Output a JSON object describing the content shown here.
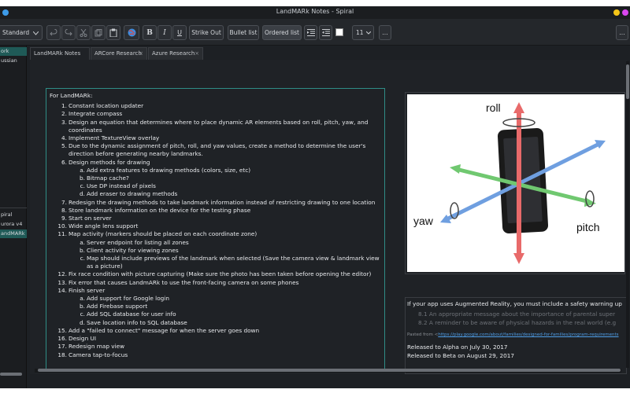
{
  "window": {
    "title": "LandMARk Notes - Spiral",
    "colors": {
      "left_dot": "#3d9be9",
      "right_dot_1": "#f5c518",
      "right_dot_2": "#d946ef"
    }
  },
  "toolbar": {
    "style_select": "Standard",
    "undo_icon": "undo-icon",
    "redo_icon": "redo-icon",
    "cut_icon": "cut-icon",
    "copy_icon": "copy-icon",
    "paste_icon": "paste-icon",
    "web_icon": "globe-icon",
    "bold": "B",
    "italic": "I",
    "underline": "U",
    "strike": "Strike Out",
    "bullet": "Bullet list",
    "ordered": "Ordered list",
    "font_size": "11",
    "more": "...",
    "more_right": "...",
    "text_color": "#ffffff"
  },
  "sidebar": {
    "top_items": [
      "ork",
      "ussian"
    ],
    "bottom_items": [
      "piral",
      "urora v4",
      "andMARk"
    ]
  },
  "tabs": [
    {
      "label": "LandMARk Notes"
    },
    {
      "label": "ARCore Research"
    },
    {
      "label": "Azure Research"
    }
  ],
  "note": {
    "heading": "For LandMARk:",
    "items": [
      {
        "n": "1.",
        "text": "Constant location updater"
      },
      {
        "n": "2.",
        "text": "Integrate compass"
      },
      {
        "n": "3.",
        "text": "Design an equation that determines where to place dynamic AR elements based on roll, pitch, yaw, and coordinates"
      },
      {
        "n": "4.",
        "text": "Implement TextureView overlay"
      },
      {
        "n": "5.",
        "text": "Due to the dynamic assignment of pitch, roll, and yaw values, create a method to determine the user's direction before generating nearby landmarks."
      },
      {
        "n": "6.",
        "text": "Design methods for drawing",
        "sub": [
          {
            "n": "a.",
            "text": "Add extra features to drawing methods (colors, size, etc)"
          },
          {
            "n": "b.",
            "text": "Bitmap cache?"
          },
          {
            "n": "c.",
            "text": "Use DP instead of pixels"
          },
          {
            "n": "d.",
            "text": "Add eraser to drawing methods"
          }
        ]
      },
      {
        "n": "7.",
        "text": "Redesign the drawing methods to take landmark information instead of restricting drawing to one location"
      },
      {
        "n": "8.",
        "text": "Store landmark information on the device for the testing phase"
      },
      {
        "n": "9.",
        "text": "Start on server"
      },
      {
        "n": "10.",
        "text": "Wide angle lens support"
      },
      {
        "n": "11.",
        "text": "Map activity (markers should be placed on each coordinate zone)",
        "sub": [
          {
            "n": "a.",
            "text": "Server endpoint for listing all zones"
          },
          {
            "n": "b.",
            "text": "Client activity for viewing zones"
          },
          {
            "n": "c.",
            "text": "Map should include previews of the landmark when selected (Save the camera view & landmark view as a picture)"
          }
        ]
      },
      {
        "n": "12.",
        "text": "Fix race condition with picture capturing (Make sure the photo has been taken before opening the editor)"
      },
      {
        "n": "13.",
        "text": "Fix error that causes LandmARk to use the front-facing camera on some phones"
      },
      {
        "n": "14.",
        "text": "Finish server",
        "sub": [
          {
            "n": "a.",
            "text": "Add support for Google login"
          },
          {
            "n": "b.",
            "text": "Add Firebase support"
          },
          {
            "n": "c.",
            "text": "Add SQL database for user info"
          },
          {
            "n": "d.",
            "text": "Save location info to SQL database"
          }
        ]
      },
      {
        "n": "15.",
        "text": "Add a \"failed to connect\" message for when the server goes down"
      },
      {
        "n": "16.",
        "text": "Design UI"
      },
      {
        "n": "17.",
        "text": "Redesign map view"
      },
      {
        "n": "18.",
        "text": "Camera tap-to-focus"
      }
    ]
  },
  "figure": {
    "labels": {
      "roll": "roll",
      "yaw": "yaw",
      "pitch": "pitch"
    },
    "colors": {
      "roll": "#e86a6a",
      "yaw": "#6f9fe0",
      "pitch": "#70c870",
      "phone": "#1a1a1a"
    }
  },
  "info": {
    "intro": "If your app uses Augmented Reality, you must include a safety warning up",
    "points": [
      "8.1 An appropriate message about the importance of parental super",
      "8.2 A reminder to be aware of physical hazards in the real world (e.g"
    ],
    "pasted_prefix": "Pasted from <",
    "pasted_link": "https://play.google.com/about/families/designed-for-families/program-requirements",
    "alpha": "Released to Alpha on July 30, 2017",
    "beta": "Released to Beta on August 29, 2017"
  }
}
